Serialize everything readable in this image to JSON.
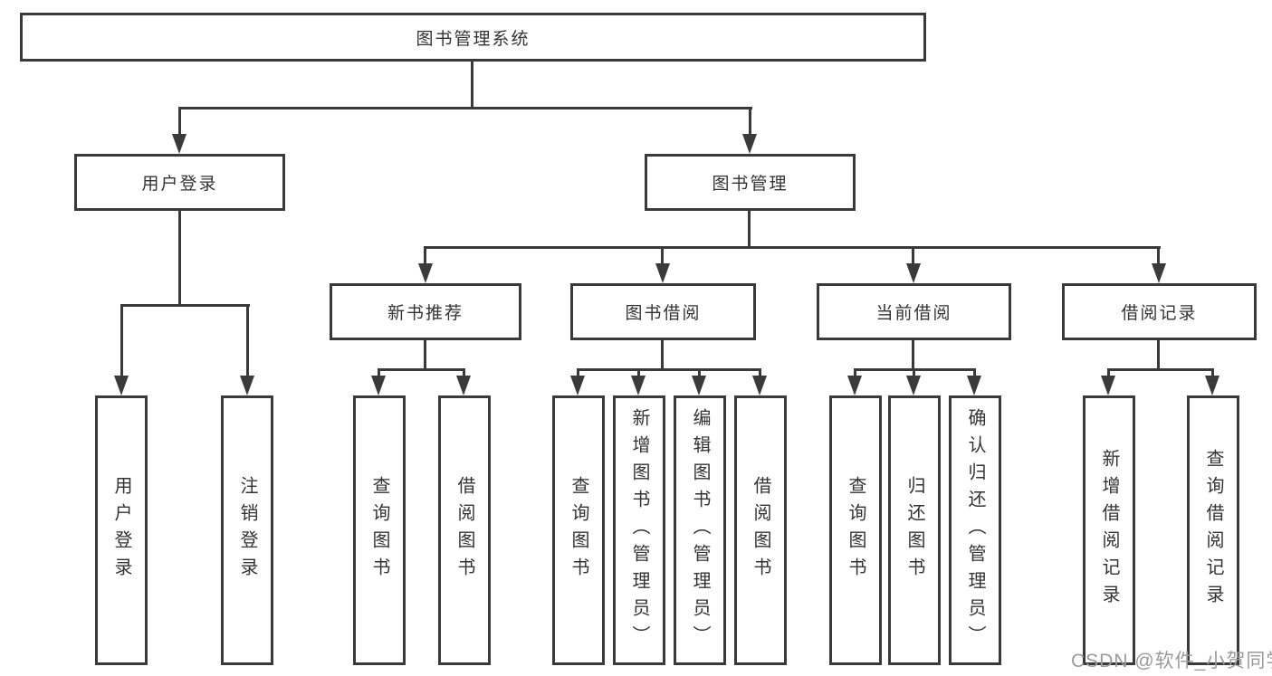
{
  "colors": {
    "background": "#ffffff",
    "line": "#3a3a3a",
    "text": "#333333",
    "watermark": "#9b9b9b"
  },
  "nodes": {
    "root": {
      "label": "图书管理系统"
    },
    "l2": [
      {
        "label": "用户登录"
      },
      {
        "label": "图书管理"
      }
    ],
    "l3": [
      {
        "label": "新书推荐"
      },
      {
        "label": "图书借阅"
      },
      {
        "label": "当前借阅"
      },
      {
        "label": "借阅记录"
      }
    ],
    "l4": [
      [
        {
          "label": "用户登录"
        },
        {
          "label": "注销登录"
        }
      ],
      [
        {
          "label": "查询图书"
        },
        {
          "label": "借阅图书"
        }
      ],
      [
        {
          "label": "查询图书"
        },
        {
          "label": "新增图书（管理员）"
        },
        {
          "label": "编辑图书（管理员）"
        },
        {
          "label": "借阅图书"
        }
      ],
      [
        {
          "label": "查询图书"
        },
        {
          "label": "归还图书"
        },
        {
          "label": "确认归还（管理员）"
        }
      ],
      [
        {
          "label": "新增借阅记录"
        },
        {
          "label": "查询借阅记录"
        }
      ]
    ]
  },
  "watermark": {
    "text": "CSDN @软件_小贺同学"
  }
}
